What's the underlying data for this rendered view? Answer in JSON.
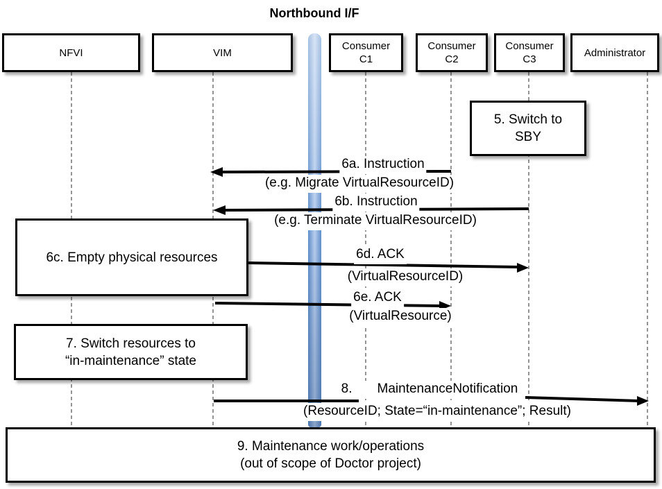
{
  "title": "Northbound I/F",
  "actors": {
    "nfvi": {
      "label": "NFVI"
    },
    "vim": {
      "label": "VIM"
    },
    "c1": {
      "line1": "Consumer",
      "line2": "C1"
    },
    "c2": {
      "line1": "Consumer",
      "line2": "C2"
    },
    "c3": {
      "line1": "Consumer",
      "line2": "C3"
    },
    "admin": {
      "label": "Administrator"
    }
  },
  "steps": {
    "s5": {
      "line1": "5. Switch to",
      "line2": "SBY"
    },
    "s6a": {
      "label": "6a. Instruction",
      "detail": "(e.g. Migrate VirtualResourceID)"
    },
    "s6b": {
      "label": "6b. Instruction",
      "detail": "(e.g. Terminate VirtualResourceID)"
    },
    "s6c": {
      "text": "6c. Empty physical resources"
    },
    "s6d": {
      "label": "6d. ACK",
      "detail": "(VirtualResourceID)"
    },
    "s6e": {
      "label": "6e. ACK",
      "detail": "(VirtualResource)"
    },
    "s7": {
      "line1": "7. Switch resources to",
      "line2": "“in-maintenance” state"
    },
    "s8": {
      "label_number": "8.",
      "label_text": "MaintenanceNotification",
      "detail": "(ResourceID; State=“in-maintenance”; Result)"
    },
    "s9": {
      "line1": "9. Maintenance work/operations",
      "line2": "(out of scope of Doctor project)"
    }
  },
  "colors": {
    "bar_edge": "#5f8ecb",
    "bar_mid": "#b9cfee"
  }
}
